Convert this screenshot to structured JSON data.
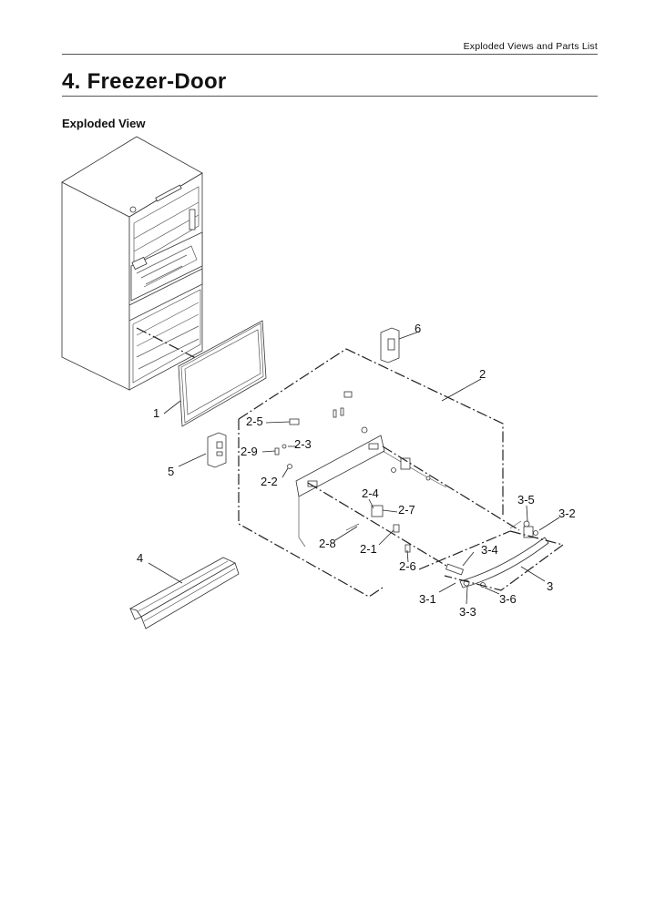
{
  "header": {
    "running_title": "Exploded Views and Parts List"
  },
  "section": {
    "number_title": "4.  Freezer-Door"
  },
  "subsection": {
    "title": "Exploded View"
  },
  "diagram": {
    "callouts": [
      "1",
      "2",
      "2-1",
      "2-2",
      "2-3",
      "2-4",
      "2-5",
      "2-6",
      "2-7",
      "2-8",
      "2-9",
      "3",
      "3-1",
      "3-2",
      "3-3",
      "3-4",
      "3-5",
      "3-6",
      "4",
      "5",
      "6"
    ]
  }
}
